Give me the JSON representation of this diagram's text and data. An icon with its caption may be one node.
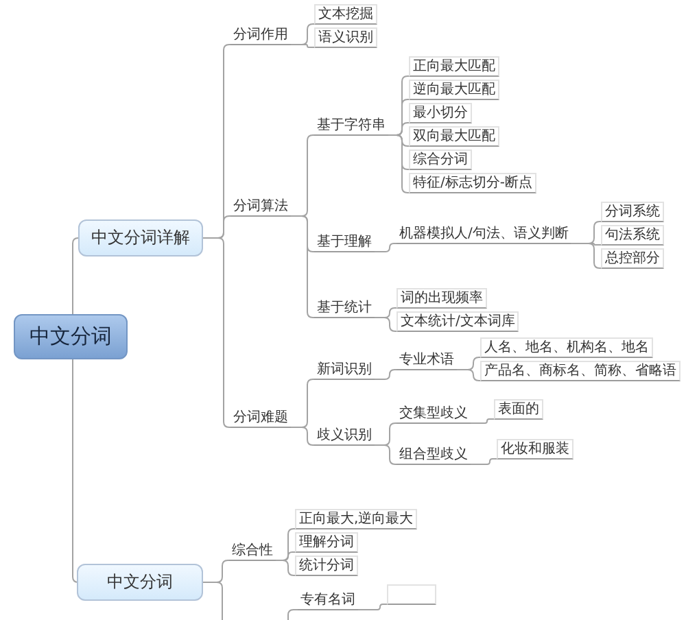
{
  "diagram": {
    "nodes": [
      {
        "text": [
          "中文分词"
        ]
      },
      {
        "text": [
          "中文分词详解"
        ]
      },
      {
        "text": [
          "分词作用"
        ]
      },
      {
        "text": [
          "文本挖掘"
        ]
      },
      {
        "text": [
          "语义识别"
        ]
      },
      {
        "text": [
          "分词算法"
        ]
      },
      {
        "text": [
          "基于字符串"
        ]
      },
      {
        "text": [
          "正向最大匹配"
        ]
      },
      {
        "text": [
          "逆向最大匹配"
        ]
      },
      {
        "text": [
          "最小切分"
        ]
      },
      {
        "text": [
          "双向最大匹配"
        ]
      },
      {
        "text": [
          "综合分词"
        ]
      },
      {
        "text": [
          "特征/标志切分-断点"
        ]
      },
      {
        "text": [
          "基于理解"
        ]
      },
      {
        "text": [
          "机器模拟人/句法、语义判断"
        ]
      },
      {
        "text": [
          "分词系统"
        ]
      },
      {
        "text": [
          "句法系统"
        ]
      },
      {
        "text": [
          "总控部分"
        ]
      },
      {
        "text": [
          "基于统计"
        ]
      },
      {
        "text": [
          "词的出现频率"
        ]
      },
      {
        "text": [
          "文本统计/文本词库"
        ]
      },
      {
        "text": [
          "分词难题"
        ]
      },
      {
        "text": [
          "新词识别"
        ]
      },
      {
        "text": [
          "专业术语"
        ]
      },
      {
        "text": [
          "人名、地名、机构名、地名"
        ]
      },
      {
        "text": [
          "产品名、商标名、简称、省略语"
        ]
      },
      {
        "text": [
          "歧义识别"
        ]
      },
      {
        "text": [
          "交集型歧义"
        ]
      },
      {
        "text": [
          "表面的"
        ]
      },
      {
        "text": [
          "组合型歧义"
        ]
      },
      {
        "text": [
          "化妆和服装"
        ]
      },
      {
        "text": [
          "中文分词"
        ]
      },
      {
        "text": [
          "综合性"
        ]
      },
      {
        "text": [
          "正向最大,逆向最大"
        ]
      },
      {
        "text": [
          "理解分词"
        ]
      },
      {
        "text": [
          "统计分词"
        ]
      },
      {
        "text": [
          "专有名词"
        ]
      },
      {
        "text": [],
        "shape": "box"
      }
    ],
    "edges": [
      {
        "from": 0,
        "to": 1,
        "arrow": "none"
      },
      {
        "from": 0,
        "to": 31,
        "arrow": "none"
      },
      {
        "from": 1,
        "to": 2,
        "arrow": "none"
      },
      {
        "from": 1,
        "to": 5,
        "arrow": "none"
      },
      {
        "from": 1,
        "to": 21,
        "arrow": "none"
      },
      {
        "from": 2,
        "to": 3,
        "arrow": "none"
      },
      {
        "from": 2,
        "to": 4,
        "arrow": "none"
      },
      {
        "from": 5,
        "to": 6,
        "arrow": "none"
      },
      {
        "from": 5,
        "to": 13,
        "arrow": "none"
      },
      {
        "from": 5,
        "to": 18,
        "arrow": "none"
      },
      {
        "from": 6,
        "to": 7,
        "arrow": "none"
      },
      {
        "from": 6,
        "to": 8,
        "arrow": "none"
      },
      {
        "from": 6,
        "to": 9,
        "arrow": "none"
      },
      {
        "from": 6,
        "to": 10,
        "arrow": "none"
      },
      {
        "from": 6,
        "to": 11,
        "arrow": "none"
      },
      {
        "from": 6,
        "to": 12,
        "arrow": "none"
      },
      {
        "from": 13,
        "to": 14,
        "arrow": "none"
      },
      {
        "from": 14,
        "to": 15,
        "arrow": "none"
      },
      {
        "from": 14,
        "to": 16,
        "arrow": "none"
      },
      {
        "from": 14,
        "to": 17,
        "arrow": "none"
      },
      {
        "from": 18,
        "to": 19,
        "arrow": "none"
      },
      {
        "from": 18,
        "to": 20,
        "arrow": "none"
      },
      {
        "from": 21,
        "to": 22,
        "arrow": "none"
      },
      {
        "from": 21,
        "to": 26,
        "arrow": "none"
      },
      {
        "from": 22,
        "to": 23,
        "arrow": "none"
      },
      {
        "from": 23,
        "to": 24,
        "arrow": "none"
      },
      {
        "from": 23,
        "to": 25,
        "arrow": "none"
      },
      {
        "from": 26,
        "to": 27,
        "arrow": "none"
      },
      {
        "from": 26,
        "to": 29,
        "arrow": "none"
      },
      {
        "from": 27,
        "to": 28,
        "arrow": "none"
      },
      {
        "from": 29,
        "to": 30,
        "arrow": "none"
      },
      {
        "from": 31,
        "to": 32,
        "arrow": "none"
      },
      {
        "from": 31,
        "to": null,
        "arrow": "none"
      },
      {
        "from": 32,
        "to": 33,
        "arrow": "none"
      },
      {
        "from": 32,
        "to": 34,
        "arrow": "none"
      },
      {
        "from": 32,
        "to": 35,
        "arrow": "none"
      },
      {
        "from": null,
        "to": 36,
        "arrow": "none"
      },
      {
        "from": 36,
        "to": 37,
        "arrow": "none"
      }
    ]
  }
}
